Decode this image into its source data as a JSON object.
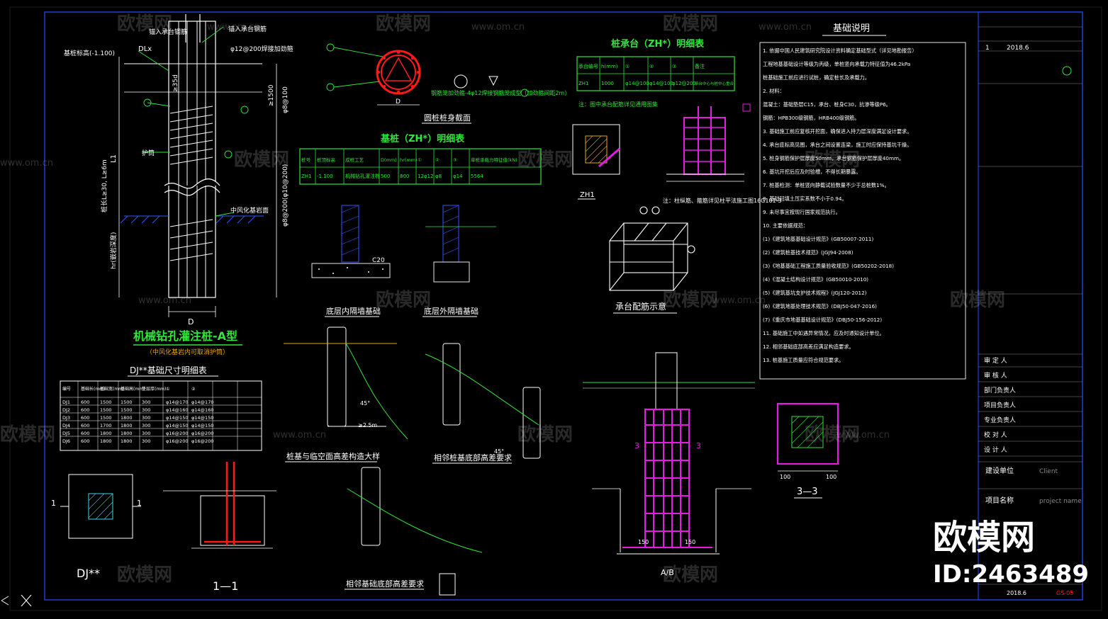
{
  "colors": {
    "background": "#000000",
    "frame": "#1d3fd6",
    "line_white": "#ffffff",
    "line_green": "#2fe63a",
    "line_yellow": "#f2f200",
    "line_magenta": "#e21ce0",
    "line_red": "#ff1a1a",
    "line_cyan": "#36d8e8",
    "line_blue": "#3355ff"
  },
  "watermark": {
    "brand": "欧模网",
    "url": "www.om.cn",
    "id_label": "ID:2463489"
  },
  "pile_section": {
    "title": "机械钻孔灌注桩-A型",
    "subtitle": "（中风化基岩内可取消护筒）",
    "label_foundation_elevation": "基桩标高(-1.100)",
    "label_cap_anchor": "锚入承台钢筋",
    "label_stirrup": "φ12@200焊接加劲箍",
    "label_dlx": "DLx",
    "label_rebar_anchor": "≥35d",
    "label_length": "桩长L≥30, L≥6m",
    "label_l1": "L1",
    "label_sleeve": "护筒",
    "label_rock": "中风化基岩面",
    "label_rock_depth": "hr(嵌岩深度)",
    "label_d": "D",
    "label_spacing_top": "φ8@100",
    "label_spacing_bottom": "φ8@200(φ10@200)",
    "label_min_depth": "≥1500"
  },
  "circle_section": {
    "title": "圆桩桩身截面",
    "label_d": "D",
    "note": "钢筋笼加劲箍-4φ12焊接钢筋笼成型（加劲箍间距2m）"
  },
  "zh_table": {
    "title": "基桩（ZH*）明细表",
    "headers": [
      "桩号",
      "桩顶标高",
      "成桩工艺",
      "D(mm)",
      "hr(mm)",
      "①",
      "②",
      "③",
      "单桩承载力特征值(kN)"
    ],
    "rows": [
      [
        "ZH1",
        "-1.100",
        "机械钻孔灌注桩",
        "500",
        "800",
        "12φ12",
        "φ8",
        "φ14",
        "5564"
      ]
    ]
  },
  "cap_table": {
    "title": "桩承台（ZH*）明细表",
    "headers": [
      "承台编号",
      "h(mm)",
      "①",
      "②",
      "③",
      "备注"
    ],
    "rows": [
      [
        "ZH1",
        "1000",
        "φ14@100",
        "φ14@100",
        "φ12@200",
        "承台中心与桩中心重合"
      ]
    ],
    "note": "注：图中承台配筋详见通用图集"
  },
  "labels": {
    "zh_small": "ZH1",
    "cap_diagram": "承台配筋示意",
    "wall_inner": "底层内隔墙基础",
    "wall_outer": "底层外隔墙基础",
    "c20": "C20",
    "pile_detail_1": "桩基与临空面高差构造大样",
    "pile_detail_2": "相邻桩基底部高差要求",
    "pile_detail_3": "相邻基础底部高差要求",
    "dj_table_title": "DJ**基础尺寸明细表",
    "dj_plan": "DJ**",
    "section_11": "1—1",
    "section_33": "3—3",
    "section_ab": "A/B",
    "sec_num_1": "1",
    "sec_num_3": "3",
    "dim_45": "45°",
    "dim_25": "≥2.5m",
    "dim_100": "100",
    "dim_150": "150",
    "bottom_note": "注：柱纵筋、箍筋详见柱平法施工图16G101-3"
  },
  "dj_table": {
    "headers": [
      "编号",
      "基础长(mm)",
      "基础宽(mm)",
      "基础高(mm)",
      "垫层厚(mm)",
      "①",
      "②"
    ],
    "rows": [
      [
        "DJ1",
        "600",
        "1500",
        "1500",
        "300",
        "φ14@170",
        "φ14@170"
      ],
      [
        "DJ2",
        "600",
        "1500",
        "1500",
        "300",
        "φ14@160",
        "φ14@160"
      ],
      [
        "DJ3",
        "600",
        "1500",
        "1800",
        "300",
        "φ14@150",
        "φ14@150"
      ],
      [
        "DJ4",
        "600",
        "1700",
        "1800",
        "300",
        "φ14@150",
        "φ14@150"
      ],
      [
        "DJ5",
        "600",
        "1800",
        "1800",
        "300",
        "φ16@200",
        "φ16@200"
      ],
      [
        "DJ6",
        "600",
        "1800",
        "1800",
        "300",
        "φ16@200",
        "φ16@200"
      ]
    ]
  },
  "notes": {
    "title": "基础说明",
    "lines": [
      "1. 依据中国人民建筑研究院设计资料确定基础型式（详见地勘报告）",
      "   工程地基基础设计等级为丙级，单桩竖向承载力特征值为46.2kPa",
      "   桩基础施工前应进行试桩，确定桩长及承载力。",
      "2. 材料：",
      "   混凝土：基础垫层C15，承台、桩身C30，抗渗等级P6。",
      "   钢筋：HPB300级钢筋，HRB400级钢筋。",
      "3. 基础施工前应复核开挖面，确保进入持力层深度满足设计要求。",
      "4. 承台底标高见图，承台之间设置连梁，施工时应保持基坑干燥。",
      "5. 桩身钢筋保护层厚度50mm，承台钢筋保护层厚度40mm。",
      "6. 基坑开挖后应及时验槽，不得长期暴露。",
      "7. 桩基检测：单桩竖向静载试验数量不少于总桩数1%。",
      "8. 基础回填土压实系数不小于0.94。",
      "9. 未尽事宜按现行国家规范执行。",
      "10. 主要依据规范：",
      "  (1)《建筑地基基础设计规范》(GB50007-2011)",
      "  (2)《建筑桩基技术规范》(JGJ94-2008)",
      "  (3)《地基基础工程施工质量验收规范》(GB50202-2018)",
      "  (4)《混凝土结构设计规范》(GB50010-2010)",
      "  (5)《建筑基坑支护技术规程》(JGJ120-2012)",
      "  (6)《建筑地基处理技术规范》(DBJ50-047-2016)",
      "  (7)《重庆市地基基础设计规范》(DBJ50-156-2012)",
      "11. 基础施工中如遇异常情况，应及时通知设计单位。",
      "12. 相邻基础底部高差应满足构造要求。",
      "13. 桩基施工质量应符合规范要求。"
    ]
  },
  "title_block": {
    "rows": [
      "审  定  人",
      "审  核  人",
      "部门负责人",
      "项目负责人",
      "专业负责人",
      "校  对  人",
      "设  计  人"
    ],
    "client": "建设单位",
    "client_en": "Client",
    "project": "项目名称",
    "project_en": "project name",
    "date": "2018.6",
    "sheet": "GS-05",
    "rev": "1"
  }
}
